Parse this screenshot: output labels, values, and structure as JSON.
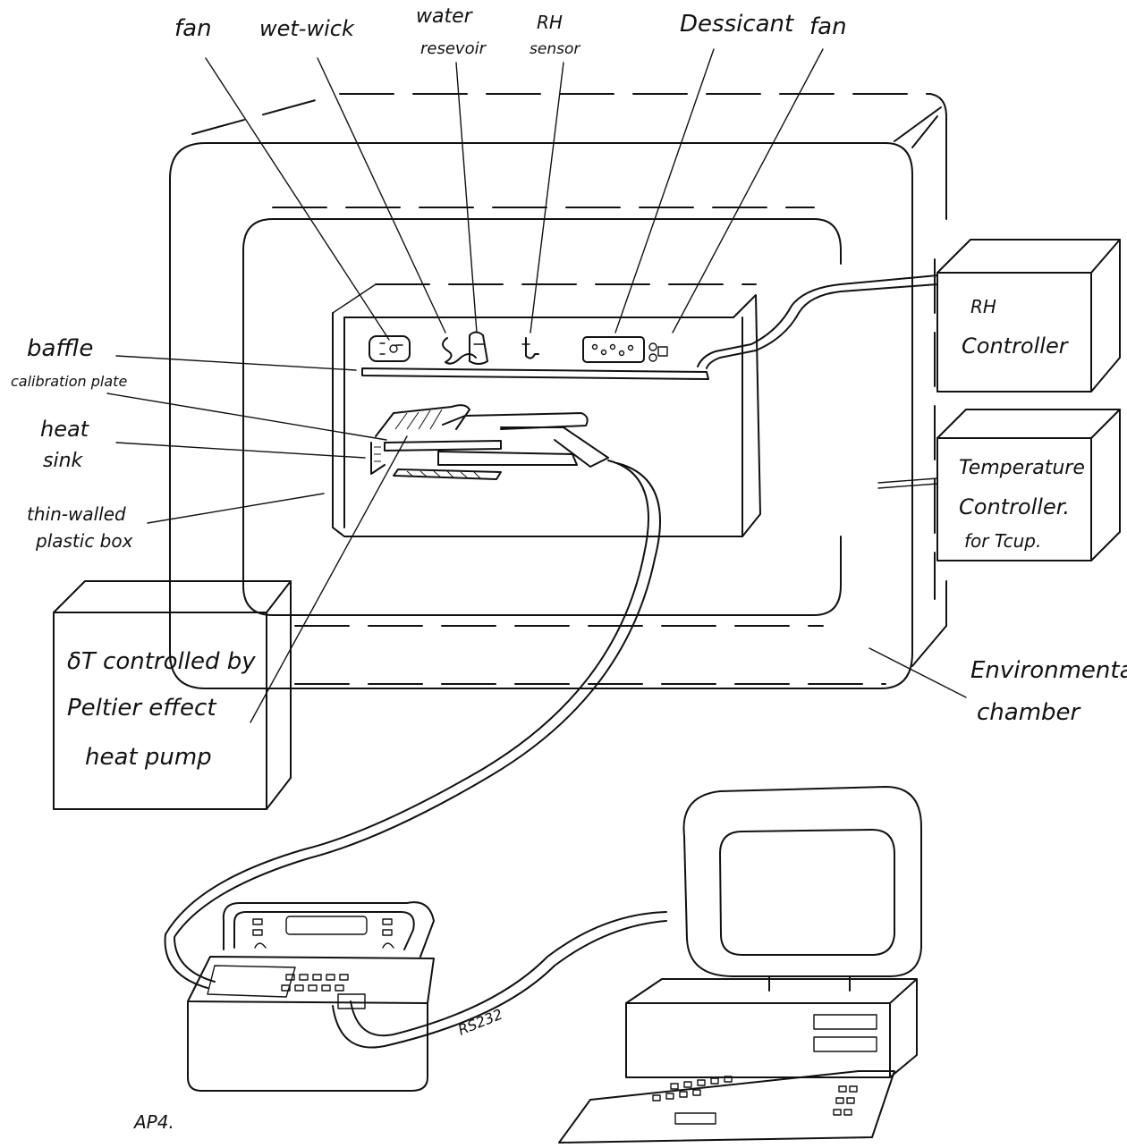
{
  "labels": {
    "fan_left": "fan",
    "wet_wick": "wet-wick",
    "water_reservoir_1": "water",
    "water_reservoir_2": "resevoir",
    "rh_sensor_1": "RH",
    "rh_sensor_2": "sensor",
    "dessicant": "Dessicant",
    "fan_right": "fan",
    "baffle": "baffle",
    "calibration_plate": "calibration plate",
    "heat_sink_1": "heat",
    "heat_sink_2": "sink",
    "plastic_box_1": "thin-walled",
    "plastic_box_2": "plastic box",
    "rh_controller_1": "RH",
    "rh_controller_2": "Controller",
    "temp_controller_1": "Temperature",
    "temp_controller_2": "Controller.",
    "temp_controller_3": "for Tcup.",
    "peltier_1": "δT controlled by",
    "peltier_2": "Peltier effect",
    "peltier_3": "heat pump",
    "env_chamber_1": "Environmental",
    "env_chamber_2": "chamber",
    "rs232": "RS232",
    "figure_id": "AP4."
  }
}
